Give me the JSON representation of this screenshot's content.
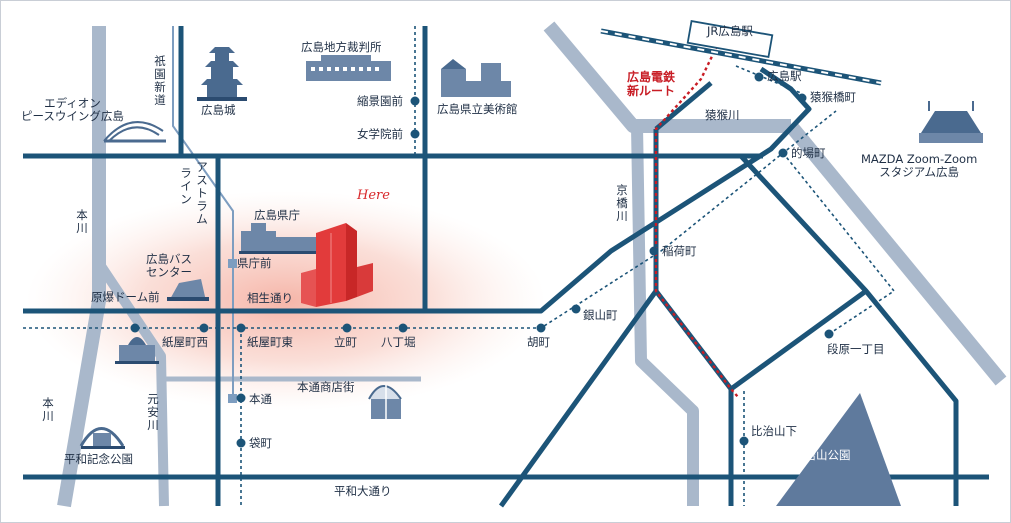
{
  "map": {
    "here_marker": "Here",
    "colors": {
      "road": "#1c5478",
      "road_light": "#a7b8cc",
      "river": "#a7b8cc",
      "park": "#5f7a9d",
      "highlight_building": "#e23b3b",
      "glow": "#f5b7ad",
      "new_route": "#c81d25",
      "building": "#4a6a8f"
    },
    "rivers": {
      "honkawa_top": "本川",
      "honkawa_bottom": "本川",
      "motoyasu": "元安川",
      "kyobashi": "京橋川",
      "enko": "猿猴川"
    },
    "roads": {
      "aioi": "相生通り",
      "heiwa_odori": "平和大通り"
    },
    "rail_lines": {
      "astram": "アストラムライン",
      "gion_shindo": "祇園新道",
      "new_route_label": [
        "広島電鉄",
        "新ルート"
      ],
      "jr_station": "JR広島駅"
    },
    "landmarks": {
      "hiroshima_castle": "広島城",
      "district_court": "広島地方裁判所",
      "art_museum": "広島県立美術館",
      "edion_peace_wing": [
        "エディオン",
        "ピースウイング広島"
      ],
      "prefecture_office": "広島県庁",
      "bus_center": [
        "広島バス",
        "センター"
      ],
      "peace_memorial_park": "平和記念公園",
      "hondori_shopping_street": "本通商店街",
      "mazda_stadium": [
        "MAZDA Zoom-Zoom",
        "スタジアム広島"
      ],
      "hijiyama_park": "比治山公園"
    },
    "stations": {
      "shukkeien_mae": "縮景園前",
      "jogakuin_mae": "女学院前",
      "kencho_mae": "県庁前",
      "genbaku_dome_mae": "原爆ドーム前",
      "kamiyacho_nishi": "紙屋町西",
      "kamiyacho_higashi": "紙屋町東",
      "tatemachi": "立町",
      "hatchobori": "八丁堀",
      "hondori": "本通",
      "fukuromachi": "袋町",
      "ebisucho": "胡町",
      "ginzancho": "銀山町",
      "inaricho": "稲荷町",
      "matobacho": "的場町",
      "enkobashicho": "猿猴橋町",
      "hiroshima_eki": "広島駅",
      "danbara_itchome": "段原一丁目",
      "hijiyamashita": "比治山下"
    }
  }
}
